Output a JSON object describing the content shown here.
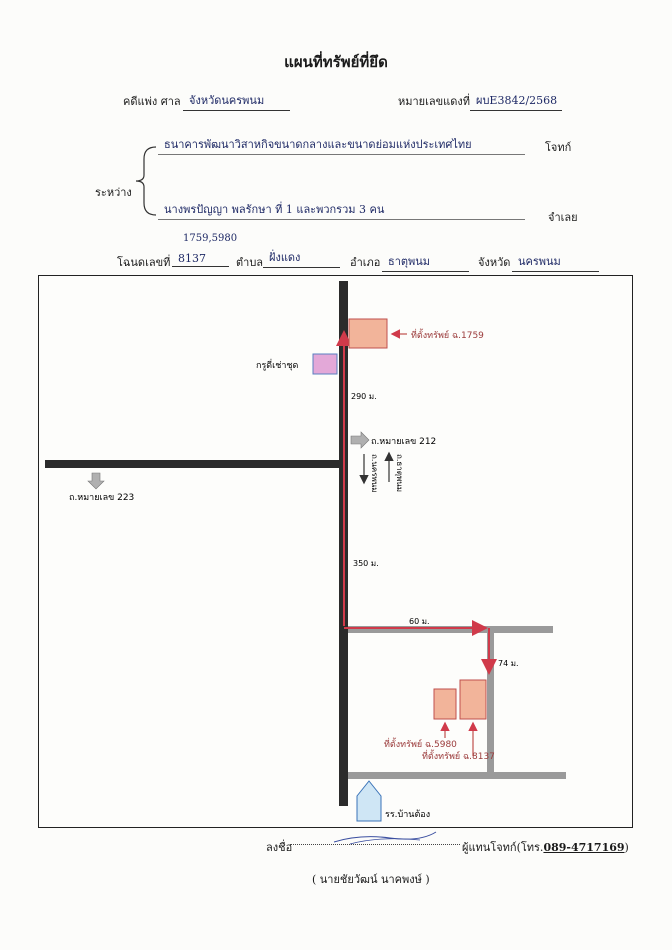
{
  "header": {
    "title": "แผนที่ทรัพย์ที่ยึด",
    "case_label": "คดีแพ่ง ศาล",
    "court": "จังหวัดนครพนม",
    "case_no_label": "หมายเลขแดงที่",
    "case_no": "ผบE3842/2568"
  },
  "parties": {
    "between_label": "ระหว่าง",
    "plaintiff": "ธนาคารพัฒนาวิสาหกิจขนาดกลางและขนาดย่อมแห่งประเทศไทย",
    "plaintiff_label": "โจทก์",
    "defendant": "นางพรปัญญา พลรักษา ที่ 1 และพวกรวม 3 คน",
    "defendant_label": "จำเลย"
  },
  "deed": {
    "deed_numbers_note": "1759,5980",
    "deed_label": "โฉนดเลขที่",
    "deed_no": "8137",
    "subdistrict_label": "ตำบล",
    "subdistrict": "ฝั่งแดง",
    "district_label": "อำเภอ",
    "district": "ธาตุพนม",
    "province_label": "จังหวัด",
    "province": "นครพนม"
  },
  "map": {
    "property_1759": "ที่ตั้งทรัพย์ ฉ.1759",
    "landmark_shop": "กรูดี่เช่าชุด",
    "dist_290": "290 ม.",
    "village_212": "ถ.หมายเลข 212",
    "dir_down": "ถ.นครพนม",
    "dir_up": "ถ.ธาตุพนม",
    "village_223": "ถ.หมายเลข 223",
    "dist_350": "350 ม.",
    "dist_60": "60 ม.",
    "dist_74": "74 ม.",
    "property_5980": "ที่ตั้งทรัพย์ ฉ.5980",
    "property_8137": "ที่ตั้งทรัพย์ ฉ.8137",
    "school": "รร.บ้านต้อง"
  },
  "footer": {
    "sign_label": "ลงชื่อ",
    "role": "ผู้แทนโจทก์(โทร.",
    "phone": "089-4717169",
    "role_end": ")",
    "name": "( นายชัยวัฒน์ นาคพงษ์ )"
  },
  "colors": {
    "road": "#2b2b2b",
    "side_road": "#9a9a9a",
    "route": "#d03a4a",
    "property_fill": "#f2b49a",
    "property_stroke": "#c0504d",
    "shop_fill": "#e3a8d8",
    "school_fill": "#cfe6f5"
  }
}
